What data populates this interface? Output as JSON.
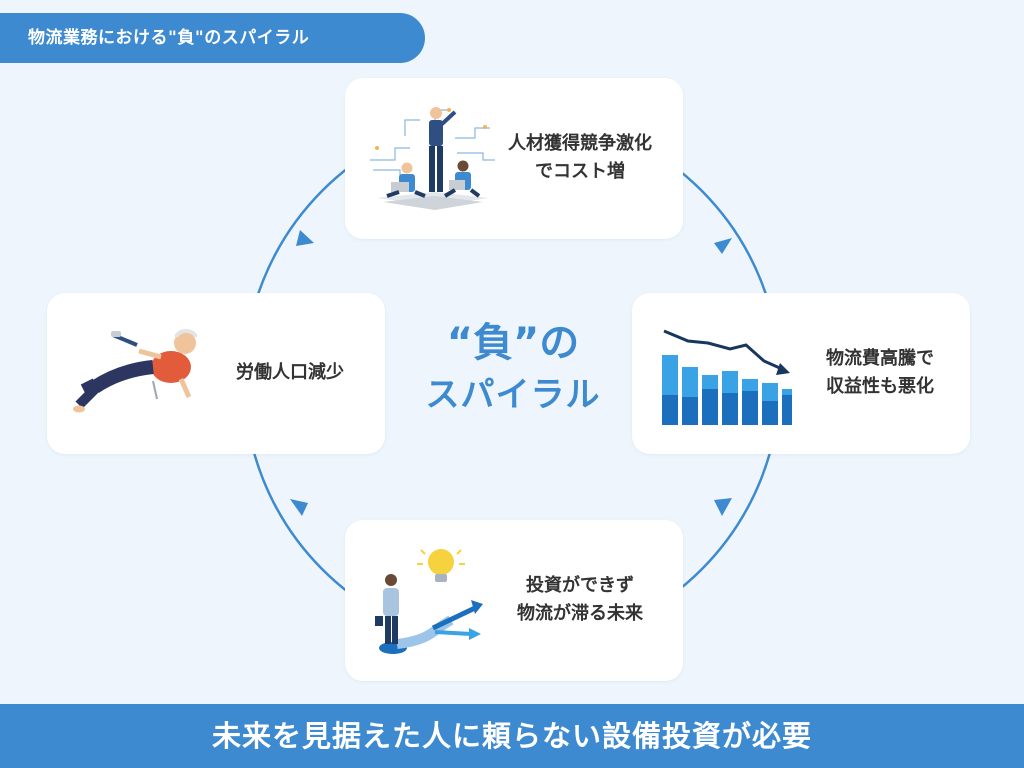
{
  "header": {
    "title": "物流業務における\"負\"のスパイラル"
  },
  "center": {
    "line1": "“負”の",
    "line2": "スパイラル"
  },
  "cards": {
    "top": {
      "line1": "人材獲得競争激化",
      "line2": "でコスト増",
      "illustration": "team-people-illustration"
    },
    "right": {
      "line1": "物流費高騰で",
      "line2": "収益性も悪化",
      "illustration": "declining-bar-chart-illustration"
    },
    "bottom": {
      "line1": "投資ができず",
      "line2": "物流が滞る未来",
      "illustration": "crossroads-lightbulb-illustration"
    },
    "left": {
      "line1": "労働人口減少",
      "illustration": "falling-elderly-person-illustration"
    }
  },
  "footer": {
    "text": "未来を見据えた人に頼らない設備投資が必要"
  },
  "colors": {
    "primary": "#3d8ad0",
    "background": "#eef5fc",
    "card": "#ffffff",
    "text": "#333333"
  }
}
